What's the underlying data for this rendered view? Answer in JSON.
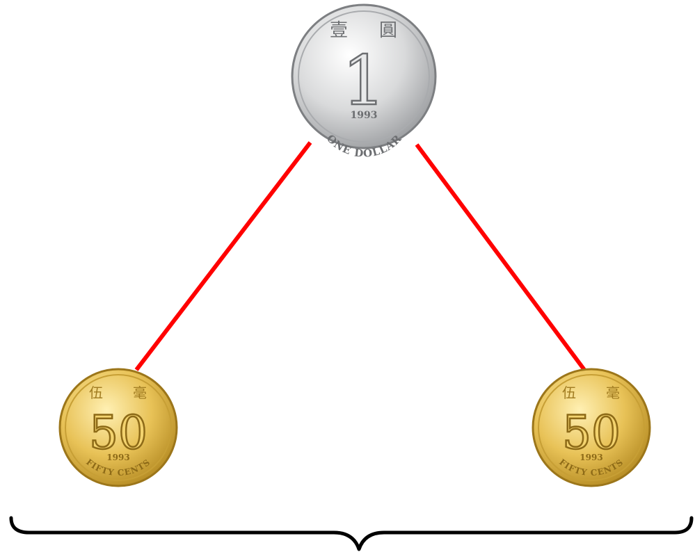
{
  "diagram": {
    "colors": {
      "connector": "#ff0000",
      "brace": "#000000",
      "silver": "#d9dadb",
      "silver_dark": "#8c8e91",
      "gold": "#e8c257",
      "gold_dark": "#b48a22"
    },
    "top_coin": {
      "chinese": [
        "壹",
        "圓"
      ],
      "numeral": "1",
      "year": "1993",
      "denomination": "ONE DOLLAR"
    },
    "left_coin": {
      "chinese": [
        "伍",
        "毫"
      ],
      "numeral": "50",
      "year": "1993",
      "denomination": "FIFTY CENTS"
    },
    "right_coin": {
      "chinese": [
        "伍",
        "毫"
      ],
      "numeral": "50",
      "year": "1993",
      "denomination": "FIFTY CENTS"
    }
  }
}
